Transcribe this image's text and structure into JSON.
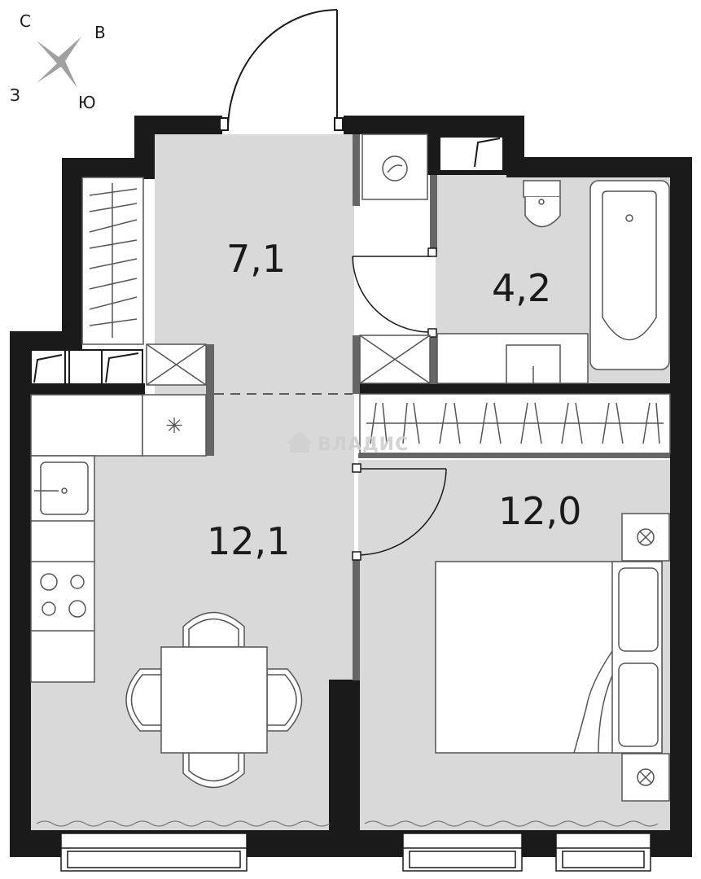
{
  "compass": {
    "north": "С",
    "east": "В",
    "south": "Ю",
    "west": "З"
  },
  "rooms": {
    "hall_area": "7,1",
    "bathroom_area": "4,2",
    "kitchen_area": "12,1",
    "bedroom_area": "12,0"
  },
  "watermark": "ВЛАДИС",
  "colors": {
    "wall": "#1a1a1a",
    "floor": "#d9d9d9",
    "fixture_stroke": "#555555"
  }
}
